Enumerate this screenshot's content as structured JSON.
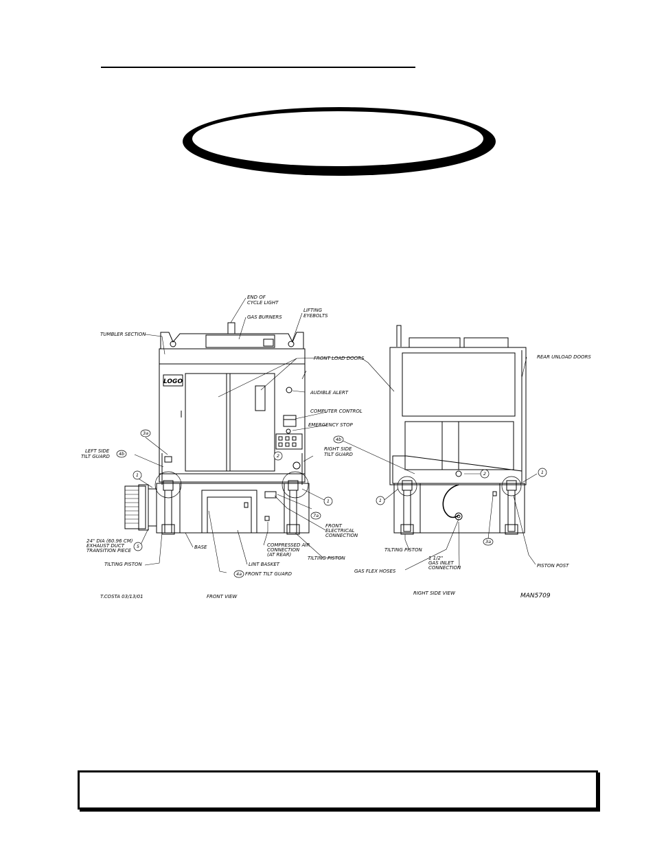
{
  "drawing": {
    "logo_text": "LOGO",
    "callouts": {
      "end_of_cycle_light": [
        "END OF",
        "CYCLE LIGHT"
      ],
      "gas_burners": "GAS BURNERS",
      "lifting_eyebolts": [
        "LIFTING",
        "EYEBOLTS"
      ],
      "tumbler_section": "TUMBLER SECTION",
      "front_load_doors": "FRONT LOAD DOORS",
      "audible_alert": "AUDIBLE ALERT",
      "computer_control": "COMPUTER CONTROL",
      "emergency_stop": "EMERGENCY STOP",
      "left_side_tilt_guard": [
        "LEFT SIDE",
        "TILT GUARD"
      ],
      "right_side_tilt_guard": [
        "RIGHT SIDE",
        "TILT GUARD"
      ],
      "exhaust_duct": [
        "24\" DIA (60.96 CM)",
        "EXHAUST DUCT",
        "TRANSITION PIECE"
      ],
      "tilting_piston_left": "TILTING PISTON",
      "base": "BASE",
      "lint_basket": "LINT BASKET",
      "compressed_air": [
        "COMPRESSED AIR",
        "CONNECTION",
        "(AT REAR)"
      ],
      "front_tilt_guard": "FRONT TILT GUARD",
      "front_electrical": [
        "FRONT",
        "ELECTRICAL",
        "CONNECTION"
      ],
      "tilting_piston_center": "TILTING PISTON",
      "rear_unload_doors": "REAR UNLOAD DOORS",
      "tilting_piston_right": "TILTING PISTON",
      "gas_flex_hoses": "GAS FLEX HOSES",
      "gas_inlet": [
        "1 1/2\"",
        "GAS INLET",
        "CONNECTION"
      ],
      "piston_post": "PISTON POST"
    },
    "bubbles": {
      "b3a_top": "3a",
      "b4b_left": "4b",
      "b4b_right": "4b",
      "b1_left": "1",
      "b2_front": "2",
      "b1_front_right": "1",
      "b7a": "7a",
      "b5": "5",
      "b4a": "4a",
      "b1_side_left": "1",
      "b2_side": "2",
      "b1_side_right": "1",
      "b3a_side": "3a"
    },
    "captions": {
      "author": "T.COSTA 03/13/01",
      "front_view": "FRONT VIEW",
      "right_side_view": "RIGHT SIDE VIEW",
      "drawing_number": "MAN5709"
    }
  }
}
